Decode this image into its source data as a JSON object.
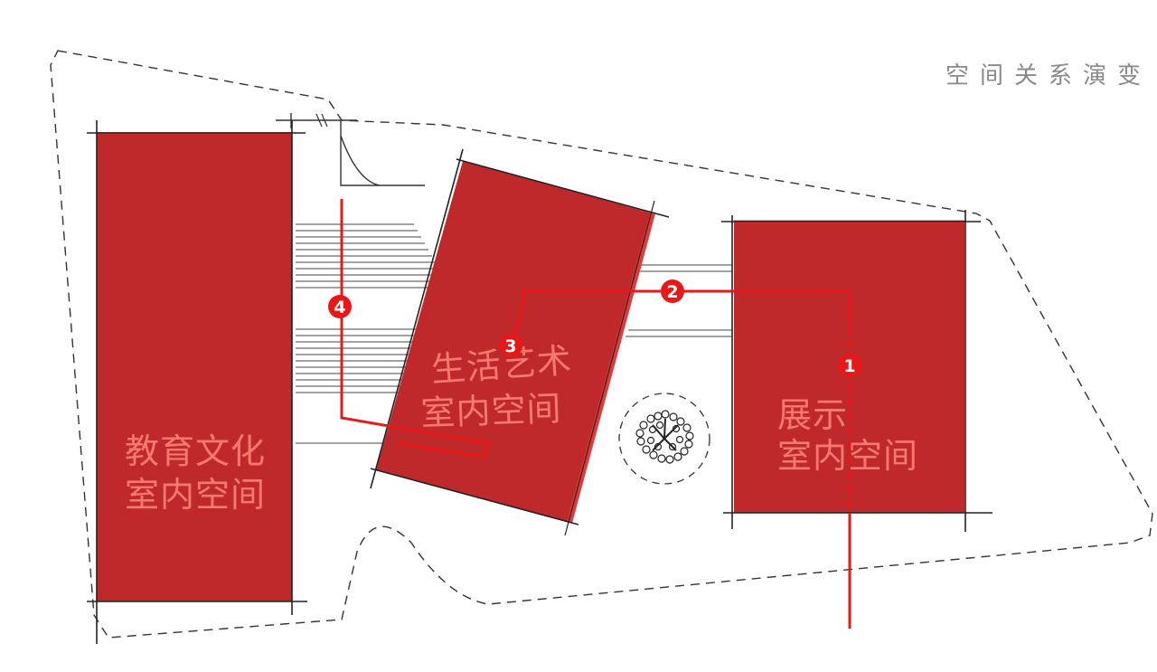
{
  "title": "空间关系演变",
  "colors": {
    "block": "#c0292b",
    "block_edge": "#e23a3a",
    "label": "#f47a6e",
    "path": "#e81818",
    "marker": "#e81818",
    "marker_text": "#ffffff",
    "outline": "#333333",
    "title": "#8a8a8a"
  },
  "blocks": {
    "education": {
      "line1": "教育文化",
      "line2": "室内空间"
    },
    "living_art": {
      "line1": "生活艺术",
      "line2": "室内空间"
    },
    "exhibition": {
      "line1": "展示",
      "line2": "室内空间"
    }
  },
  "markers": {
    "m1": "1",
    "m2": "2",
    "m3": "3",
    "m4": "4"
  },
  "icons": {
    "tree": "tree-icon"
  }
}
